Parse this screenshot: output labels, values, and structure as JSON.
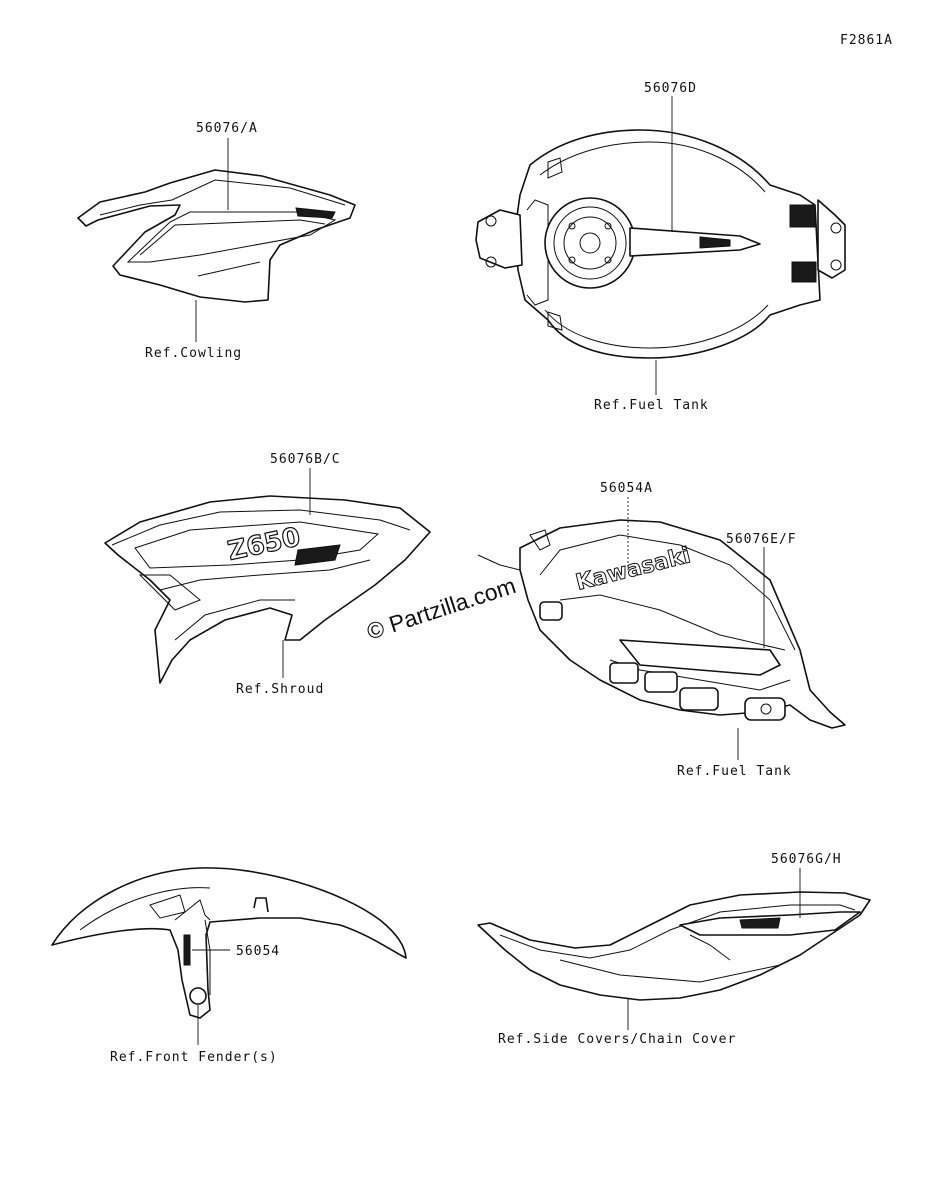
{
  "figure_id": "F2861A",
  "watermark": "© Partzilla.com",
  "callouts": {
    "cowling_part": "56076/A",
    "cowling_ref": "Ref.Cowling",
    "tank_top_part": "56076D",
    "tank_top_ref": "Ref.Fuel Tank",
    "shroud_part": "56076B/C",
    "shroud_ref": "Ref.Shroud",
    "tank_side_kawasaki_part": "56054A",
    "tank_side_part": "56076E/F",
    "tank_side_ref": "Ref.Fuel Tank",
    "fender_part": "56054",
    "fender_ref": "Ref.Front Fender(s)",
    "side_cover_part": "56076G/H",
    "side_cover_ref": "Ref.Side Covers/Chain Cover"
  },
  "decals": {
    "tank_logo": "Kawasaki",
    "shroud_logo": "Z650"
  }
}
